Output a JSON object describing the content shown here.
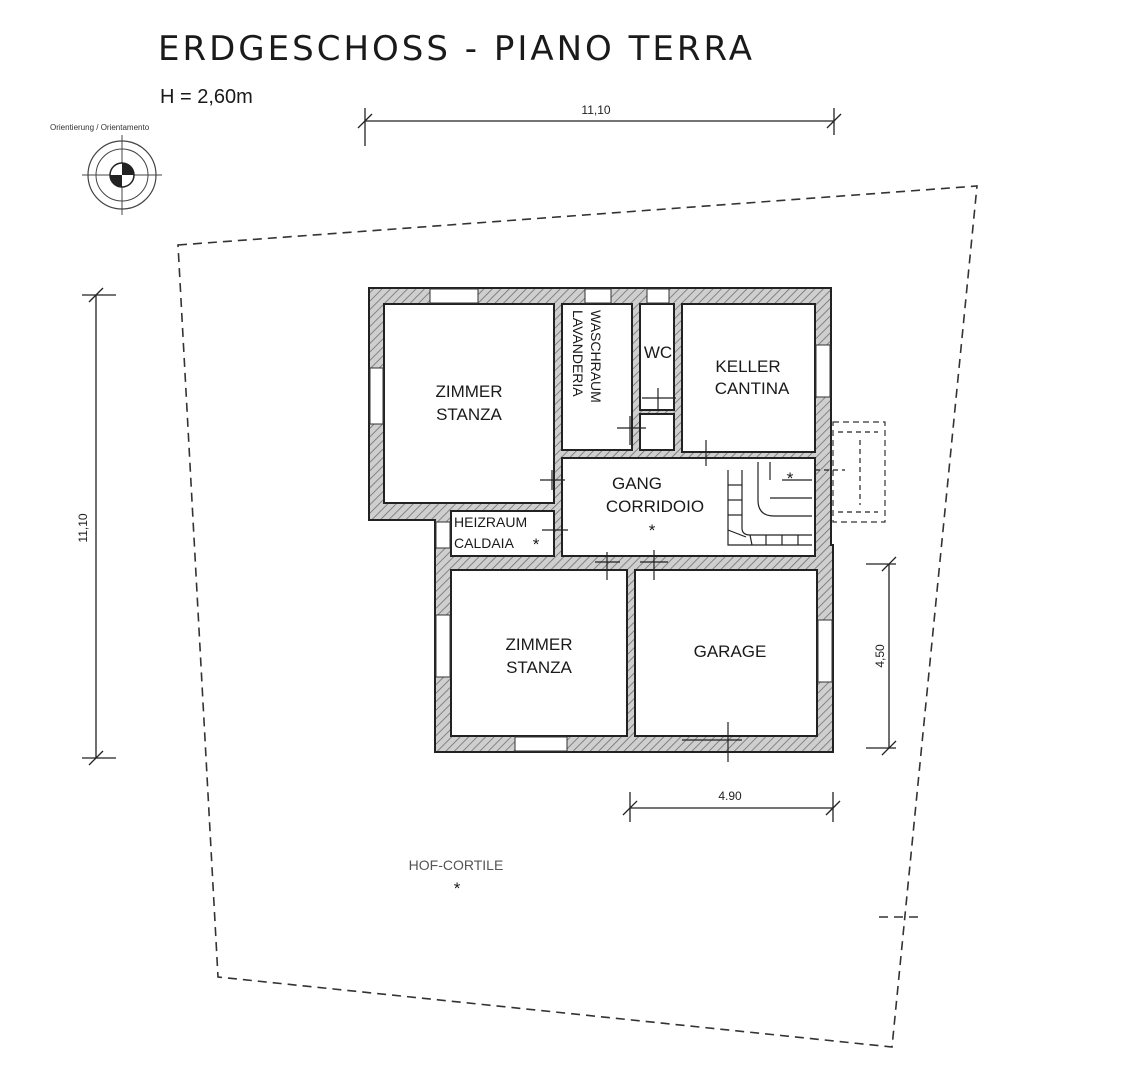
{
  "title": "ERDGESCHOSS - PIANO TERRA",
  "height_note": "H = 2,60m",
  "orientation_label": "Orientierung / Orientamento",
  "dimensions": {
    "top_width": "11,10",
    "left_height": "11,10",
    "right_height": "4,50",
    "bottom_width": "4.90"
  },
  "rooms": {
    "zimmer_top": {
      "line1": "ZIMMER",
      "line2": "STANZA"
    },
    "waschraum": {
      "line1": "WASCHRAUM",
      "line2": "LAVANDERIA"
    },
    "wc": {
      "line1": "WC"
    },
    "keller": {
      "line1": "KELLER",
      "line2": "CANTINA"
    },
    "gang": {
      "line1": "GANG",
      "line2": "CORRIDOIO"
    },
    "heizraum": {
      "line1": "HEIZRAUM",
      "line2": "CALDAIA"
    },
    "zimmer_bottom": {
      "line1": "ZIMMER",
      "line2": "STANZA"
    },
    "garage": {
      "line1": "GARAGE"
    }
  },
  "yard": {
    "label": "HOF-CORTILE"
  },
  "markers": {
    "star": "*"
  }
}
